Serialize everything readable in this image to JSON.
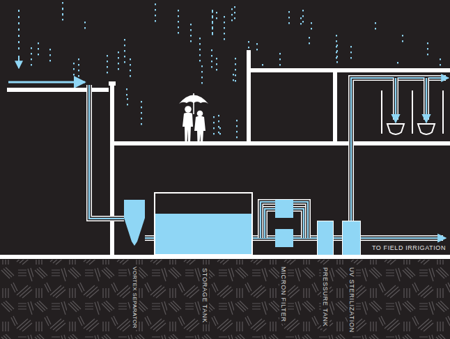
{
  "diagram": {
    "nodes": [
      {
        "text": [
          "VORTEX SEPARATOR"
        ]
      },
      {
        "text": [
          "STORAGE TANK"
        ]
      },
      {
        "text": [
          "MICRON FILTER"
        ]
      },
      {
        "text": [
          "PRESSURE TANK"
        ]
      },
      {
        "text": [
          "UV STERILIZATION"
        ]
      }
    ],
    "edges": [
      {
        "from": 0,
        "to": 1,
        "arrow": "none"
      },
      {
        "from": 1,
        "to": 2,
        "arrow": "none"
      },
      {
        "from": 2,
        "to": 3,
        "arrow": "none"
      },
      {
        "from": 3,
        "to": 4,
        "arrow": "none"
      }
    ],
    "labels": [
      "TO FIELD IRRIGATION"
    ]
  }
}
